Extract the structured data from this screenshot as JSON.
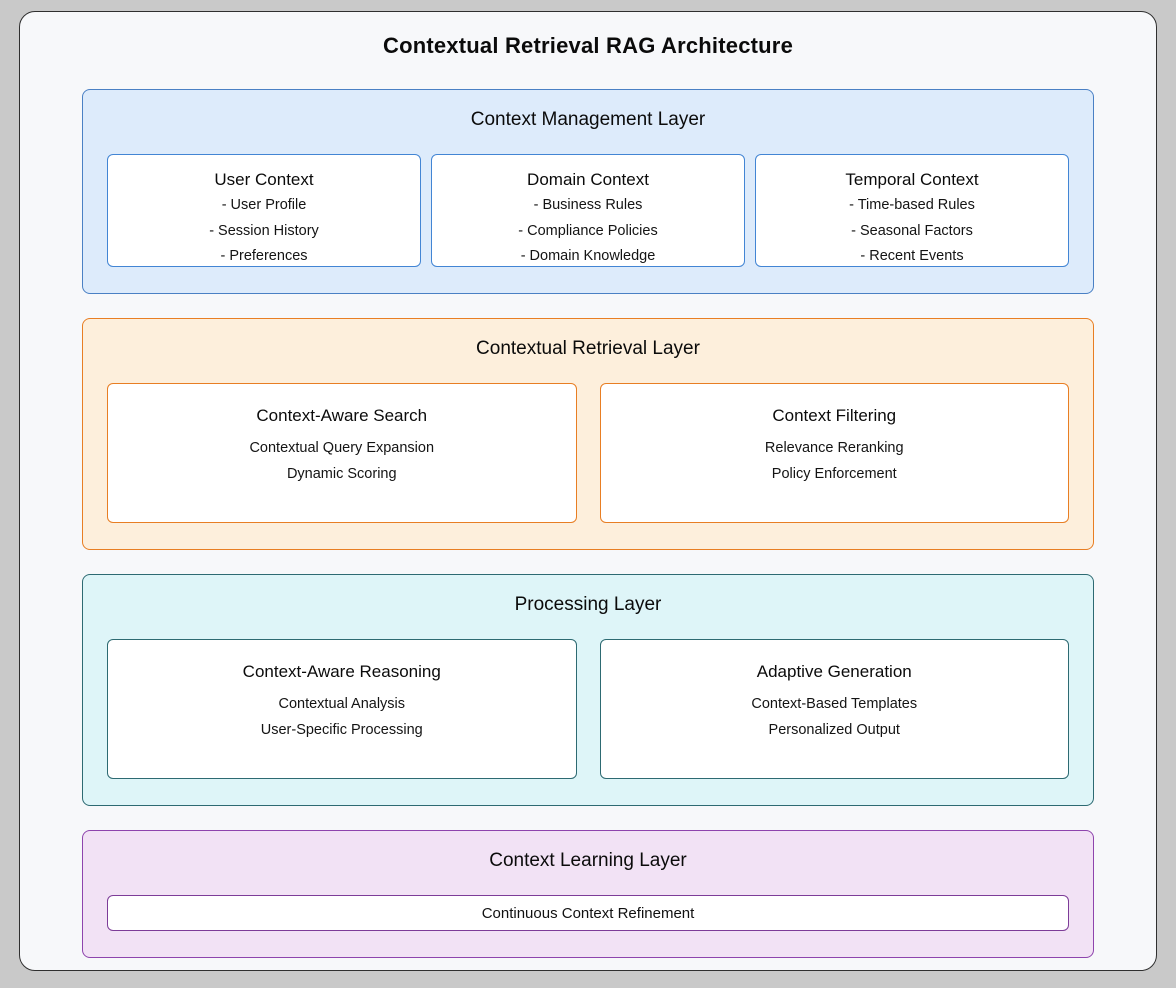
{
  "title": "Contextual Retrieval RAG Architecture",
  "colors": {
    "page_background": "#c9c9c9",
    "panel_background": "#f7f8fa",
    "panel_border": "#2f2f2f",
    "node_background": "#ffffff"
  },
  "layers": [
    {
      "name": "Context Management Layer",
      "colors": {
        "background": "#ddebfb",
        "border": "#4a80c4",
        "node_border": "#4285d4"
      },
      "boxes": [
        {
          "title": "User Context",
          "items": [
            "- User Profile",
            "- Session History",
            "- Preferences"
          ]
        },
        {
          "title": "Domain Context",
          "items": [
            "- Business Rules",
            "- Compliance Policies",
            "- Domain Knowledge"
          ]
        },
        {
          "title": "Temporal Context",
          "items": [
            "- Time-based Rules",
            "- Seasonal Factors",
            "- Recent Events"
          ]
        }
      ]
    },
    {
      "name": "Contextual Retrieval Layer",
      "colors": {
        "background": "#fdefdc",
        "border": "#e87e23",
        "node_border": "#e87e23"
      },
      "boxes": [
        {
          "title": "Context-Aware Search",
          "items": [
            "Contextual Query Expansion",
            "Dynamic Scoring"
          ]
        },
        {
          "title": "Context Filtering",
          "items": [
            "Relevance Reranking",
            "Policy Enforcement"
          ]
        }
      ]
    },
    {
      "name": "Processing Layer",
      "colors": {
        "background": "#def5f8",
        "border": "#2d6a72",
        "node_border": "#2d6a72"
      },
      "boxes": [
        {
          "title": "Context-Aware Reasoning",
          "items": [
            "Contextual Analysis",
            "User-Specific Processing"
          ]
        },
        {
          "title": "Adaptive Generation",
          "items": [
            "Context-Based Templates",
            "Personalized Output"
          ]
        }
      ]
    },
    {
      "name": "Context Learning Layer",
      "colors": {
        "background": "#f2e2f5",
        "border": "#8e44ad",
        "node_border": "#7d3c98"
      },
      "boxes": [
        {
          "title": "Continuous Context Refinement",
          "items": []
        }
      ]
    }
  ]
}
